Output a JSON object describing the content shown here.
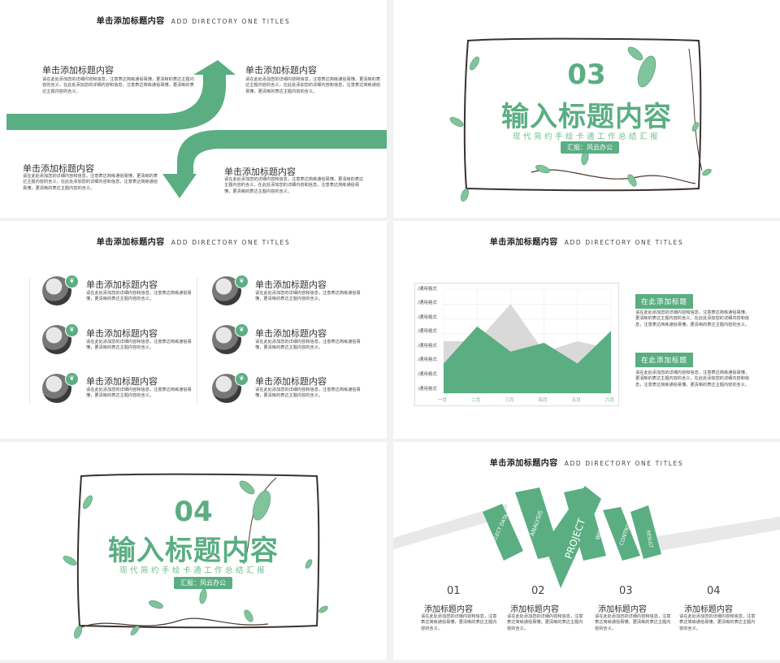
{
  "common": {
    "header_cn": "单击添加标题内容",
    "header_en": "ADD DIRECTORY ONE TITLES",
    "item_title": "单击添加标题内容",
    "desc_long": "请在此处添加您的详细内容和信息，注意表达简练通俗易懂，更清晰的表达主题内容的含义，在此处添加您的详细内容和信息，注意表达简练通俗易懂，更清晰的表达主题内容的含义。",
    "desc_short": "请在此处添加您的详细内容和信息，注意表达简练通俗易懂，更清晰的表达主题内容的含义。"
  },
  "section_slides": [
    {
      "number": "03",
      "title": "输入标题内容",
      "subtitle": "现代简约手绘卡通工作总结汇报",
      "reporter": "汇报：风云办公"
    },
    {
      "number": "04",
      "title": "输入标题内容",
      "subtitle": "现代简约手绘卡通工作总结汇报",
      "reporter": "汇报：风云办公"
    }
  ],
  "list_icon": "leaf-icon",
  "chart_data": {
    "type": "area",
    "categories": [
      "一月",
      "二月",
      "三月",
      "四月",
      "五月",
      "六月"
    ],
    "y_tick_labels": [
      "/通用格式",
      "/通用格式",
      "/通用格式",
      "/通用格式",
      "/通用格式",
      "/通用格式",
      "/通用格式",
      "/通用格式"
    ],
    "ylim": [
      0,
      7
    ],
    "series": [
      {
        "name": "",
        "color": "#d9d9d9",
        "values": [
          3.5,
          3.5,
          6.0,
          2.8,
          3.5,
          3.0
        ]
      },
      {
        "name": "",
        "color": "#5aae82",
        "values": [
          2.0,
          4.5,
          2.8,
          3.4,
          2.0,
          4.2
        ]
      }
    ],
    "grid": true
  },
  "chart_labels": [
    "在此添加标题",
    "在此添加标题"
  ],
  "colors": {
    "accent": "#5aae82",
    "light_gray": "#e6e6e6",
    "dark_line": "#3a3030"
  },
  "ribbon_words": [
    "COLLECT DATA",
    "ANALYSIS",
    "PROJECT",
    "WORK",
    "CONTROL",
    "RESULT"
  ],
  "steps": [
    {
      "num": "01",
      "title": "添加标题内容"
    },
    {
      "num": "02",
      "title": "添加标题内容"
    },
    {
      "num": "03",
      "title": "添加标题内容"
    },
    {
      "num": "04",
      "title": "添加标题内容"
    }
  ]
}
